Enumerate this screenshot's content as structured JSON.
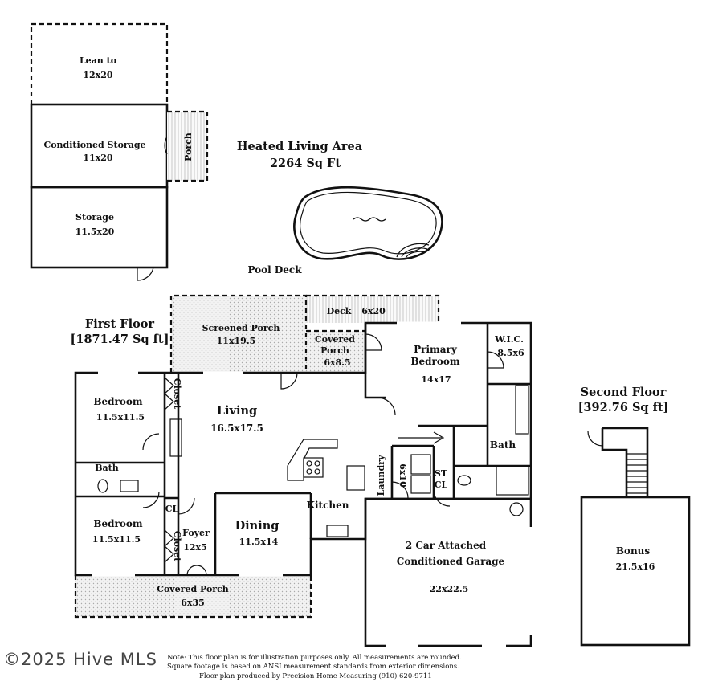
{
  "heated_area": {
    "title": "Heated Living Area",
    "sqft": "2264 Sq Ft"
  },
  "first_floor": {
    "title": "First Floor",
    "sqft": "[1871.47 Sq ft]"
  },
  "second_floor": {
    "title": "Second Floor",
    "sqft": "[392.76 Sq ft]"
  },
  "pool_deck": "Pool Deck",
  "outbuilding": {
    "lean_to": {
      "name": "Lean to",
      "size": "12x20"
    },
    "conditioned_storage": {
      "name": "Conditioned Storage",
      "size": "11x20"
    },
    "storage": {
      "name": "Storage",
      "size": "11.5x20"
    },
    "porch": "Porch"
  },
  "rooms": {
    "screened_porch": {
      "name": "Screened Porch",
      "size": "11x19.5"
    },
    "deck": {
      "name": "Deck",
      "size": "6x20"
    },
    "covered_porch_top": {
      "line1": "Covered",
      "line2": "Porch",
      "size": "6x8.5"
    },
    "primary_bedroom": {
      "line1": "Primary",
      "line2": "Bedroom",
      "size": "14x17"
    },
    "wic": {
      "name": "W.I.C.",
      "size": "8.5x6"
    },
    "bedroom_1": {
      "name": "Bedroom",
      "size": "11.5x11.5"
    },
    "closet_1": "Closet",
    "living": {
      "name": "Living",
      "size": "16.5x17.5"
    },
    "bath_small": "Bath",
    "bath_primary": "Bath",
    "laundry": {
      "name": "Laundry",
      "size": "6x10"
    },
    "st_cl": {
      "line1": "ST",
      "line2": "CL"
    },
    "kitchen": "Kitchen",
    "cl": "CL",
    "bedroom_2": {
      "name": "Bedroom",
      "size": "11.5x11.5"
    },
    "closet_2": "Closet",
    "foyer": {
      "name": "Foyer",
      "size": "12x5"
    },
    "dining": {
      "name": "Dining",
      "size": "11.5x14"
    },
    "garage": {
      "line1": "2 Car Attached",
      "line2": "Conditioned Garage",
      "size": "22x22.5"
    },
    "covered_porch_front": {
      "name": "Covered Porch",
      "size": "6x35"
    },
    "bonus": {
      "name": "Bonus",
      "size": "21.5x16"
    }
  },
  "notes": [
    "Note: This floor plan is for illustration purposes only. All measurements are  rounded.",
    "Square footage is based on ANSI measurement standards from exterior dimensions.",
    "Floor plan produced by Precision Home Measuring (910) 620-9711"
  ],
  "watermark": "©2025 Hive MLS"
}
